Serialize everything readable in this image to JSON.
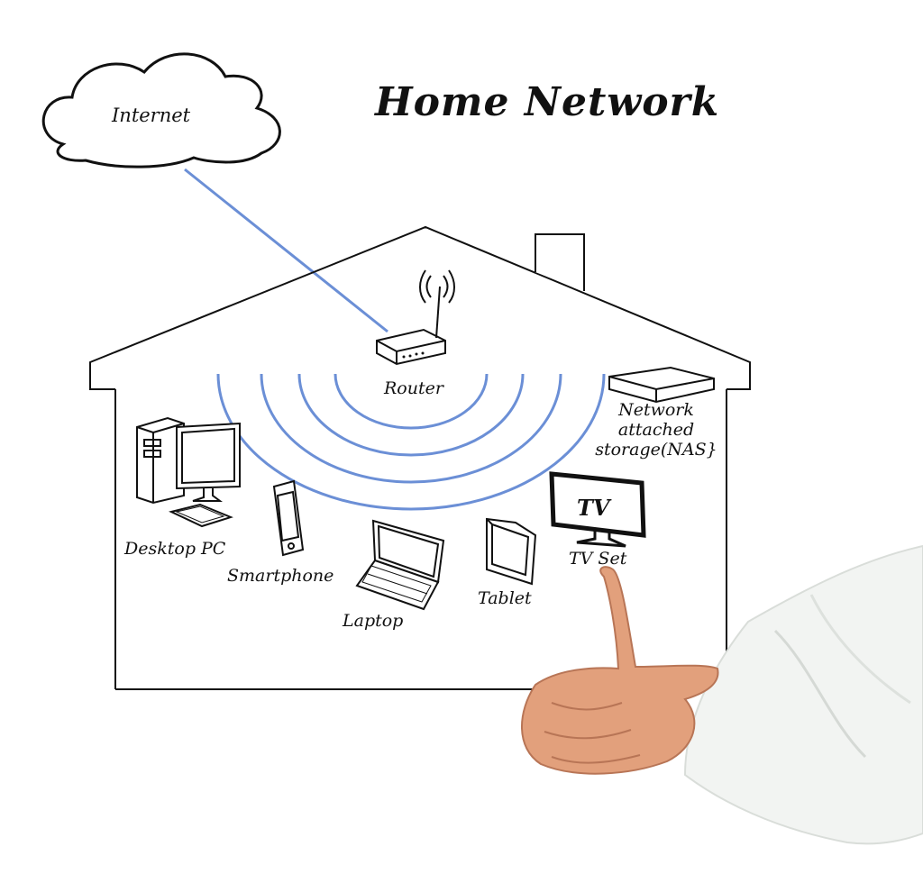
{
  "title": "Home Network",
  "nodes": {
    "internet": "Internet",
    "router": "Router",
    "nas": "Network\nattached\nstorage(NAS}",
    "desktop": "Desktop PC",
    "smartphone": "Smartphone",
    "laptop": "Laptop",
    "tablet": "Tablet",
    "tv_set": "TV Set",
    "tv_screen": "TV"
  },
  "colors": {
    "line": "#111111",
    "wifi": "#6b8fd6",
    "skin": "#e2a07c",
    "sleeve": "#f2f4f2"
  }
}
